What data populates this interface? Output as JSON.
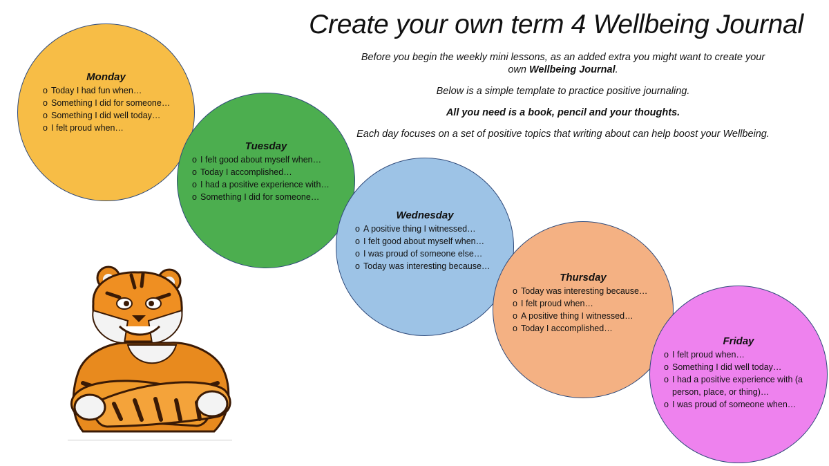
{
  "title": "Create your own term 4 Wellbeing Journal",
  "intro": {
    "line1_pre": "Before you begin the weekly mini lessons, as an added extra you might want to create your own ",
    "line1_bold": "Wellbeing Journal",
    "line1_post": ".",
    "line2": "Below is a simple template to practice positive journaling.",
    "line3": "All you need is a book, pencil and your thoughts.",
    "line4": "Each day focuses on a set of positive topics that writing about can help boost your Wellbeing."
  },
  "bullet": "o",
  "days": [
    {
      "name": "Monday",
      "color": "#f7bd46",
      "items": [
        "Today I had fun when…",
        "Something I did for someone…",
        "Something I did well today…",
        "I felt proud when…"
      ]
    },
    {
      "name": "Tuesday",
      "color": "#4cae4f",
      "items": [
        "I felt good about myself when…",
        "Today I accomplished…",
        "I had a positive experience with…",
        "Something I did for someone…"
      ]
    },
    {
      "name": "Wednesday",
      "color": "#9dc3e6",
      "items": [
        "A positive thing I witnessed…",
        "I felt good about myself when…",
        "I was proud of someone else…",
        "Today was interesting because…"
      ]
    },
    {
      "name": "Thursday",
      "color": "#f4b183",
      "items": [
        "Today was interesting because…",
        "I felt proud when…",
        "A positive thing I witnessed…",
        "Today I accomplished…"
      ]
    },
    {
      "name": "Friday",
      "color": "#ee82ee",
      "items": [
        "I felt proud when…",
        "Something I did well today…",
        "I had a positive experience with (a",
        "person, place, or thing)…",
        "I was proud of someone when…"
      ]
    }
  ],
  "mascot": "tiger-mascot"
}
